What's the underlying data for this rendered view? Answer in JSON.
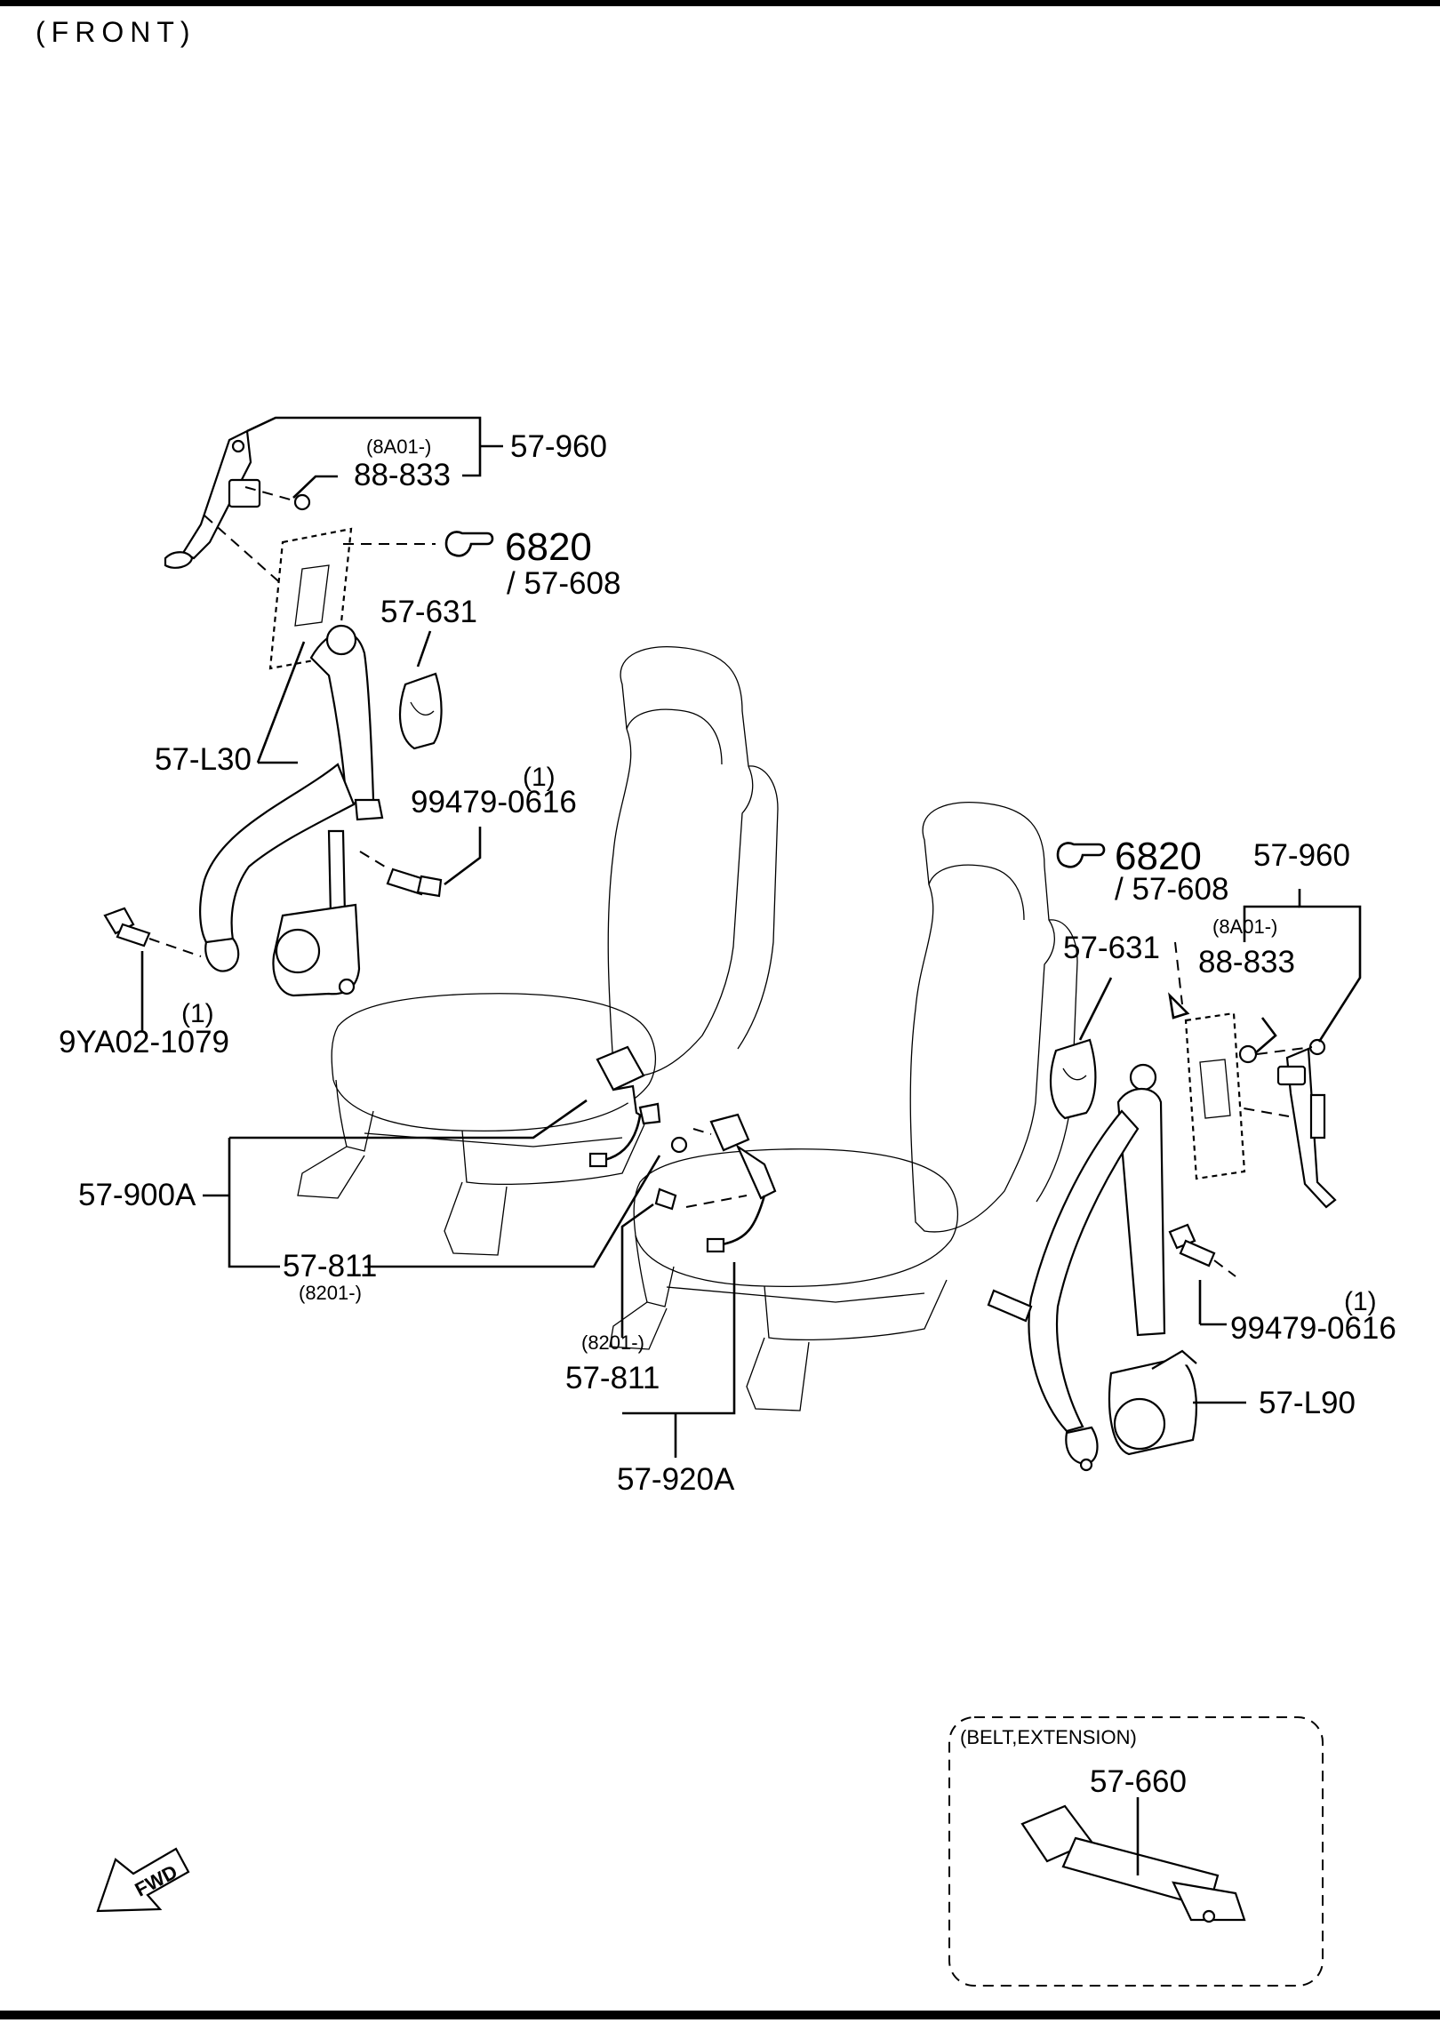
{
  "header": {
    "section": "(FRONT)"
  },
  "labels": {
    "l_57960_left": "57-960",
    "l_ba01_left": "(8A01-)",
    "l_88833_left": "88-833",
    "l_6820_left": "6820",
    "l_57608_left": "/ 57-608",
    "l_57631_left": "57-631",
    "l_57L30": "57-L30",
    "l_qty1_left_bolt": "(1)",
    "l_99479_left": "99479-0616",
    "l_qty1_9ya": "(1)",
    "l_9ya02": "9YA02-1079",
    "l_57900A": "57-900A",
    "l_57811_left": "57-811",
    "l_8201_left": "(8201-)",
    "l_8201_mid": "(8201-)",
    "l_57811_mid": "57-811",
    "l_57920A": "57-920A",
    "l_6820_right": "6820",
    "l_57608_right": "/ 57-608",
    "l_57960_right": "57-960",
    "l_ba01_right": "(8A01-)",
    "l_88833_right": "88-833",
    "l_57631_right": "57-631",
    "l_qty1_right_bolt": "(1)",
    "l_99479_right": "99479-0616",
    "l_57L90": "57-L90",
    "l_belt_extension": "(BELT,EXTENSION)",
    "l_57660": "57-660",
    "l_fwd": "FWD"
  }
}
